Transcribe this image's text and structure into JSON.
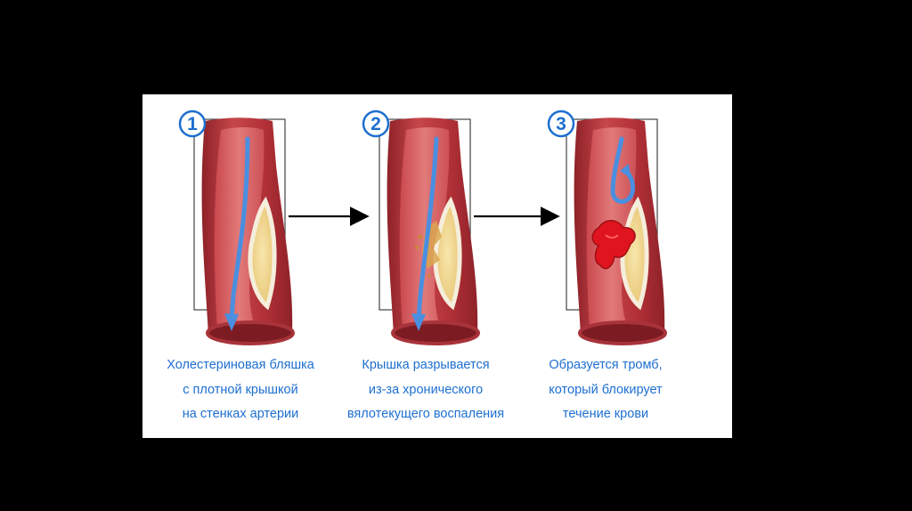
{
  "colors": {
    "background": "#000000",
    "panel": "#ffffff",
    "caption_text": "#1e6fd0",
    "flow_arrow": "#4a8fe0",
    "artery_wall": "#b8343a",
    "artery_lumen": "#d86063",
    "plaque": "#f2dc9a",
    "clot": "#e0141e"
  },
  "steps": [
    {
      "number": "1",
      "caption": [
        "Холестериновая бляшка",
        "с плотной крышкой",
        "на стенках артерии"
      ]
    },
    {
      "number": "2",
      "caption": [
        "Крышка разрывается",
        "из-за хронического",
        "вялотекущего воспаления"
      ]
    },
    {
      "number": "3",
      "caption": [
        "Образуется тромб,",
        "который блокирует",
        "течение крови"
      ]
    }
  ]
}
